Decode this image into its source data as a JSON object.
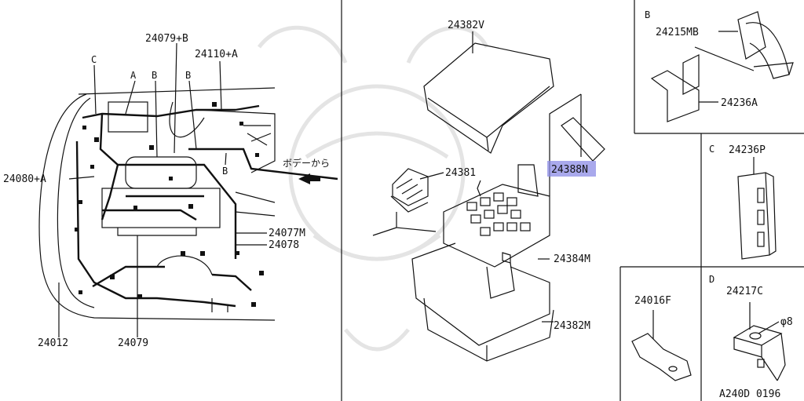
{
  "diagram": {
    "left_section": {
      "labels": {
        "p24079B": "24079+B",
        "p24110A": "24110+A",
        "p24080A": "24080+A",
        "p24077M": "24077M",
        "p24078": "24078",
        "p24012": "24012",
        "p24079": "24079",
        "letterC": "C",
        "letterA": "A",
        "letterB1": "B",
        "letterB2": "B",
        "letterB3": "B",
        "from_body": "ボデーから"
      }
    },
    "center_section": {
      "labels": {
        "p24382V": "24382V",
        "p24381": "24381",
        "p24388N": "24388N",
        "p24384M": "24384M",
        "p24382M": "24382M"
      },
      "highlight_color": "#8c8ce6"
    },
    "right_section": {
      "detail_B": {
        "letter": "B",
        "p1": "24215MB",
        "p2": "24236A"
      },
      "detail_C": {
        "letter": "C",
        "p1": "24236P"
      },
      "detail_D": {
        "letter": "D",
        "p1": "24217C",
        "dim": "φ8"
      },
      "bottom_part": "24016F",
      "code": "A240D 0196"
    }
  }
}
